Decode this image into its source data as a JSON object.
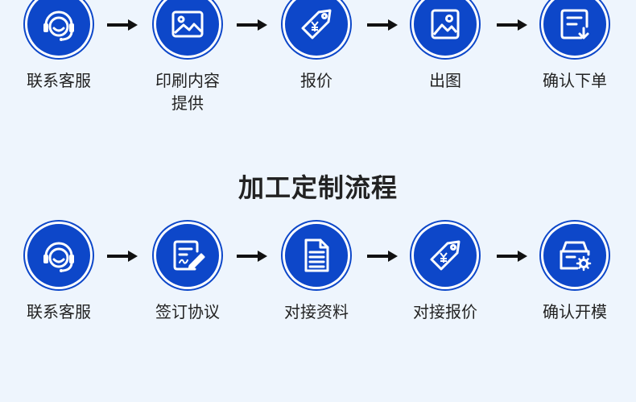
{
  "flow1": {
    "steps": [
      {
        "label": "联系客服",
        "icon": "headset-icon"
      },
      {
        "label": "印刷内容\n提供",
        "icon": "image-icon"
      },
      {
        "label": "报价",
        "icon": "price-tag-icon"
      },
      {
        "label": "出图",
        "icon": "picture-icon"
      },
      {
        "label": "确认下单",
        "icon": "document-download-icon"
      }
    ]
  },
  "section2": {
    "title": "加工定制流程"
  },
  "flow2": {
    "steps": [
      {
        "label": "联系客服",
        "icon": "headset-icon"
      },
      {
        "label": "签订协议",
        "icon": "sign-document-icon"
      },
      {
        "label": "对接资料",
        "icon": "file-lines-icon"
      },
      {
        "label": "对接报价",
        "icon": "price-tag-icon"
      },
      {
        "label": "确认开模",
        "icon": "box-gear-icon"
      }
    ]
  },
  "colors": {
    "accent": "#0d47c9",
    "background": "#eef5fd",
    "text": "#222222"
  }
}
